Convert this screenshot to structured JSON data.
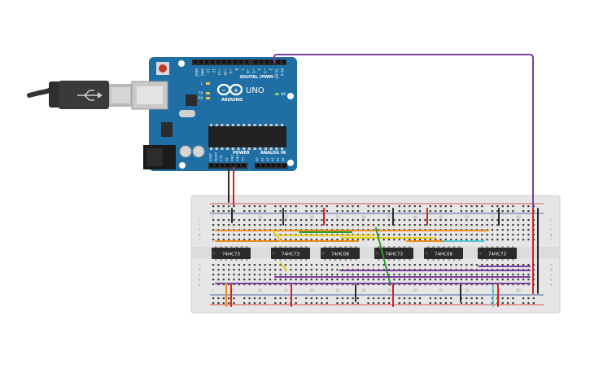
{
  "arduino": {
    "brand": "ARDUINO",
    "model": "UNO",
    "digital_header_label": "DIGITAL (PWM~)",
    "power_header_label": "POWER",
    "analog_header_label": "ANALOG IN",
    "digital_pins": [
      "AREF",
      "GND",
      "13",
      "12",
      "~11",
      "~10",
      "~9",
      "8",
      "7",
      "~6",
      "~5",
      "4",
      "~3",
      "2",
      "TX 1",
      "RX 0"
    ],
    "power_pins": [
      "IOREF",
      "RESET",
      "3.3V",
      "5V",
      "GND",
      "GND",
      "Vin"
    ],
    "analog_pins": [
      "A0",
      "A1",
      "A2",
      "A3",
      "A4",
      "A5"
    ],
    "led_labels": [
      "L",
      "TX",
      "RX",
      "ON"
    ],
    "colors": {
      "board": "#1f6fa4",
      "header": "#2b2b2b",
      "usb_metal": "#c8c8c8",
      "chip": "#222222"
    }
  },
  "breadboard": {
    "column_numbers": [
      "1",
      "5",
      "10",
      "15",
      "20",
      "25",
      "30",
      "35",
      "40",
      "45",
      "50",
      "55",
      "60"
    ],
    "row_letters_top": [
      "j",
      "i",
      "h",
      "g",
      "f"
    ],
    "row_letters_bottom": [
      "e",
      "d",
      "c",
      "b",
      "a"
    ],
    "colors": {
      "body": "#e6e6e6",
      "hole": "#3a3a3a",
      "rail_red": "#d82020",
      "rail_blue": "#1e3c8a"
    }
  },
  "chips": [
    {
      "label": "74HC73"
    },
    {
      "label": "74HC73"
    },
    {
      "label": "74HC08"
    },
    {
      "label": "74HC73"
    },
    {
      "label": "74HC08"
    },
    {
      "label": "74HC73"
    }
  ],
  "wire_colors": {
    "red": "#d8201e",
    "black": "#2a2a2a",
    "purple": "#7a3fa0",
    "orange": "#f08a1c",
    "yellow": "#e8d020",
    "green": "#2aa02a",
    "cyan": "#58c8d8"
  }
}
